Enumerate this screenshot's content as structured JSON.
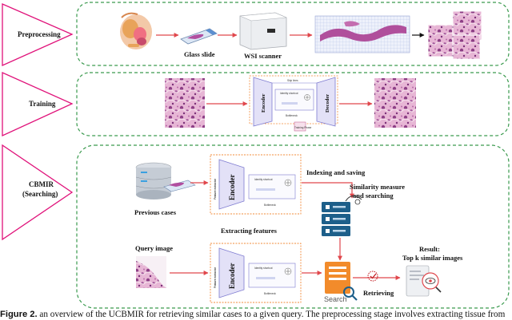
{
  "stages": {
    "preprocessing": "Preprocessing",
    "training": "Training",
    "cbmir_line1": "CBMIR",
    "cbmir_line2": "(Searching)"
  },
  "labels": {
    "glass_slide": "Glass slide",
    "wsi_scanner": "WSI scanner",
    "previous_cases": "Previous cases",
    "indexing_saving": "Indexing and saving",
    "similarity_line1": "Similarity measure",
    "similarity_line2": "and searching",
    "extracting_features": "Extracting features",
    "query_image": "Query image",
    "result_line1": "Result:",
    "result_line2": "Top k similar images",
    "retrieving": "Retrieving",
    "search": "Search"
  },
  "model": {
    "encoder": "Encoder",
    "decoder": "Decoder",
    "bottleneck": "Bottleneck",
    "feature_extractor": "Feature extractor",
    "identity_shortcut": "Identity shortcut",
    "skip_lines": "Skip lines",
    "training_phase": "Training Phase"
  },
  "colors": {
    "stage_fill": "#ffffff",
    "stage_border": "#e0127a",
    "panel_border": "#3a9a4e",
    "arrow": "#e0474c",
    "encoder_fill": "#e3e1f7",
    "encoder_border": "#7d7ad0",
    "tissue": "#c97bb0",
    "db_blue": "#1d5f8a"
  },
  "caption": {
    "label": "Figure 2.",
    "text": " an overview of the UCBMIR for retrieving similar cases to a given query. The preprocessing stage involves extracting tissue from"
  }
}
